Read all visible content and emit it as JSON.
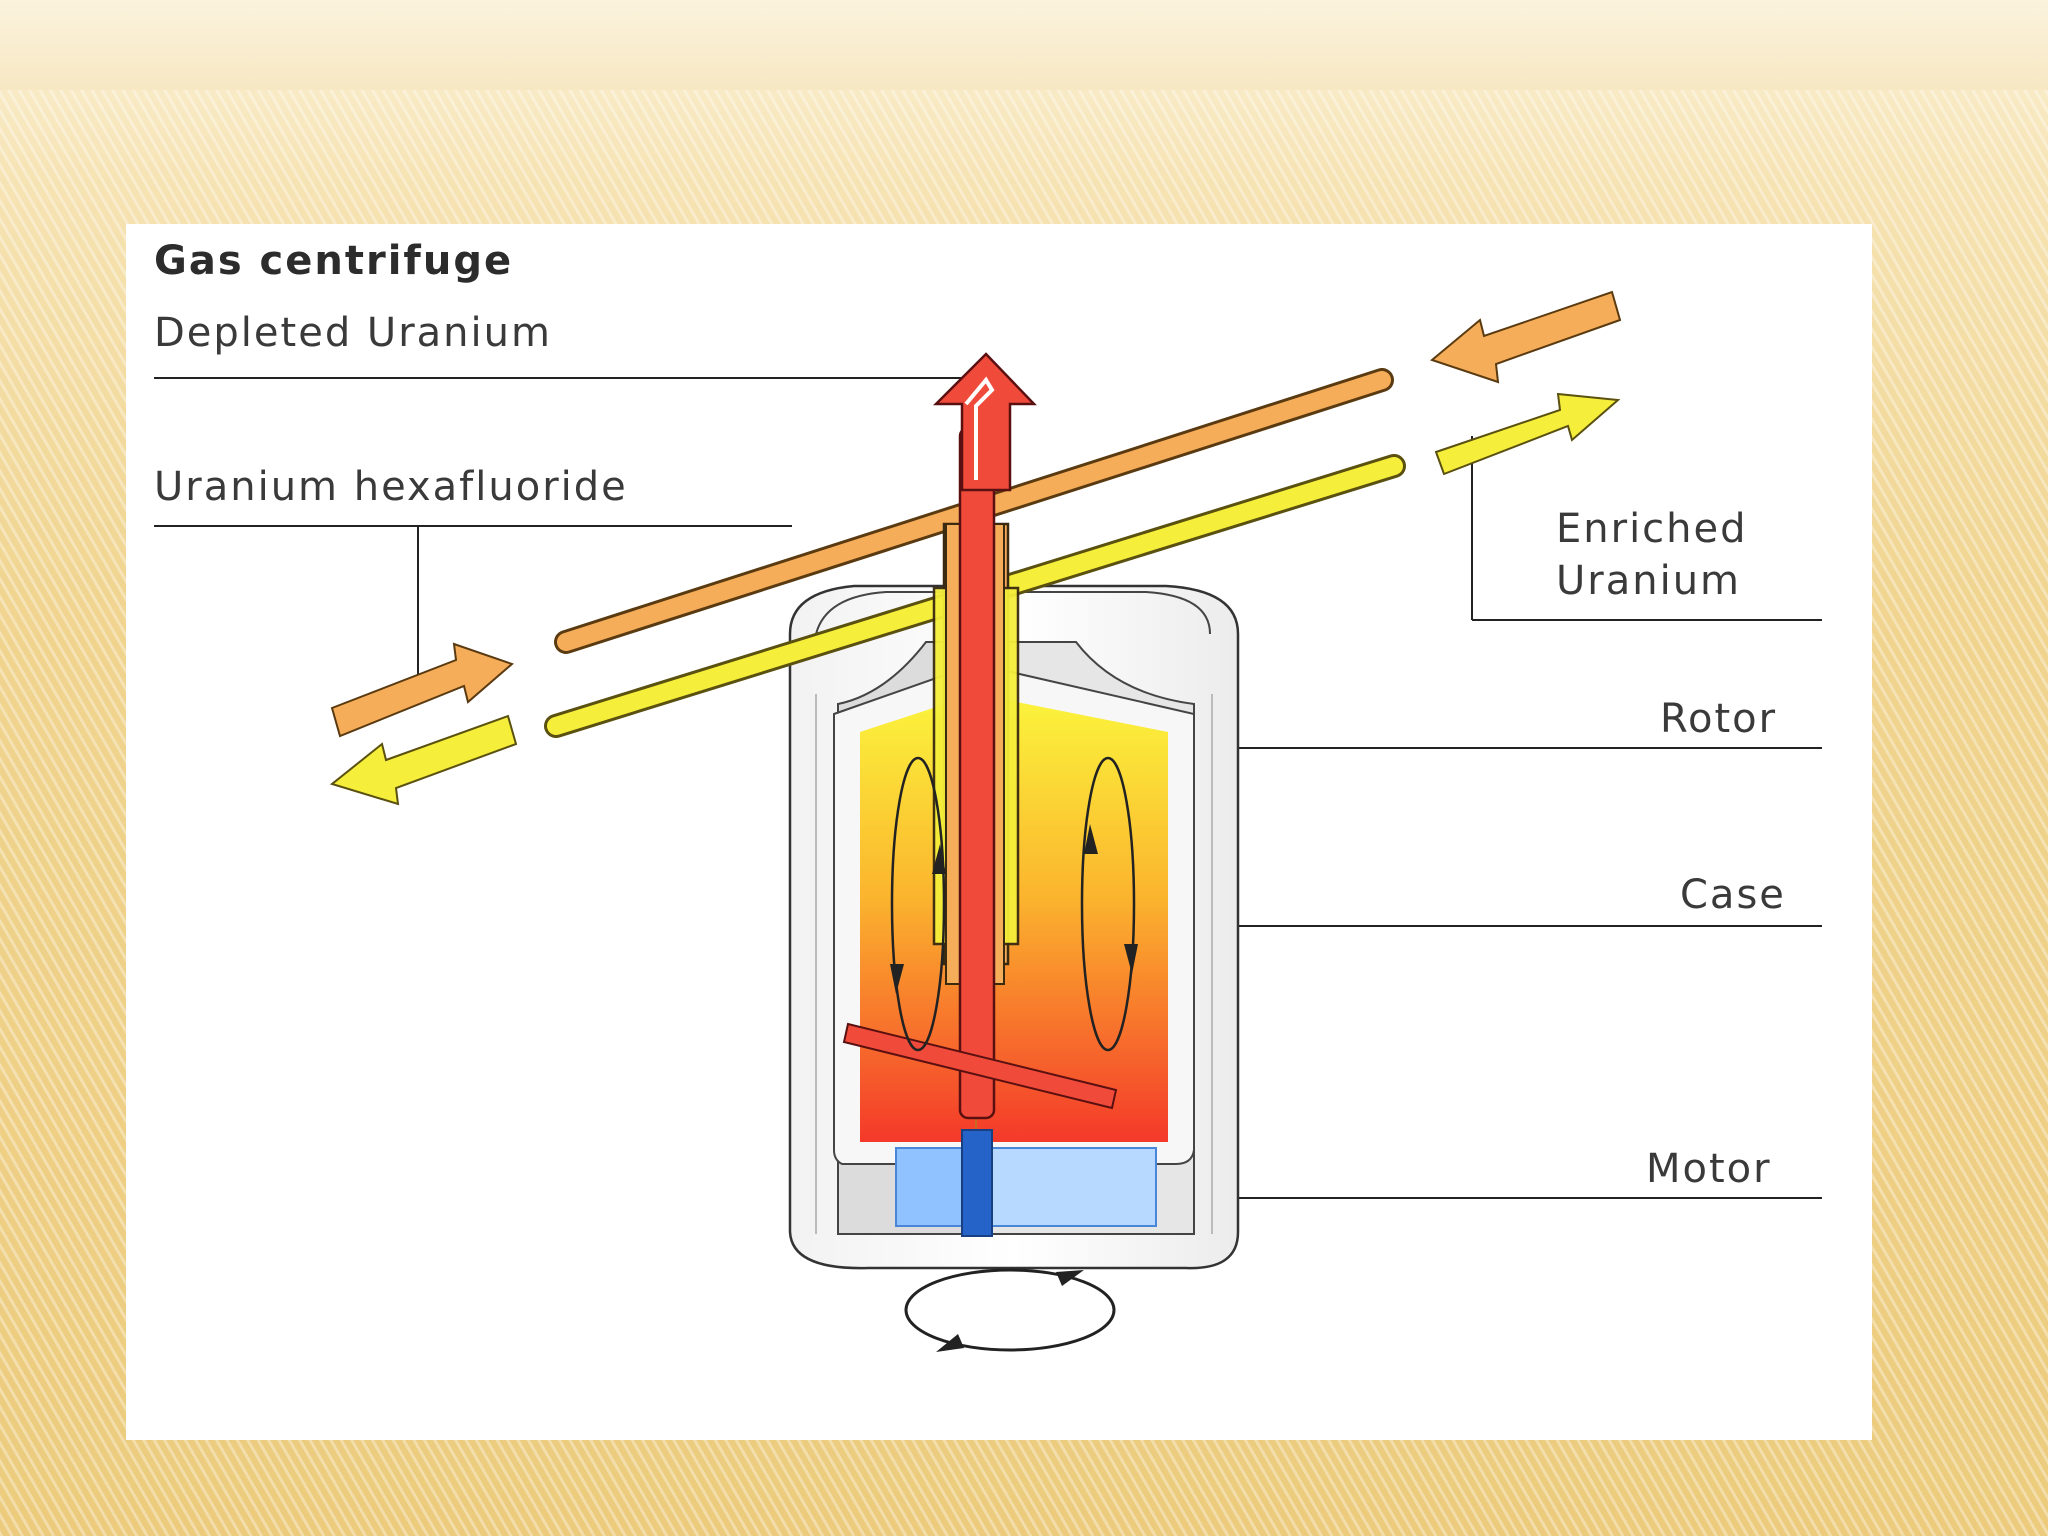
{
  "diagram": {
    "title": "Gas centrifuge",
    "labels": {
      "depleted": "Depleted Uranium",
      "hexafluoride": "Uranium hexafluoride",
      "enriched_line1": "Enriched",
      "enriched_line2": "Uranium",
      "rotor": "Rotor",
      "case": "Case",
      "motor": "Motor"
    },
    "colors": {
      "depleted": "#f04a3a",
      "pipe_orange": "#f6ad5a",
      "pipe_yellow": "#f5ee3a",
      "motor_blue": "#6fb4ff",
      "motor_shaft": "#2563c9",
      "rotor_top": "#fbf33a",
      "rotor_bottom": "#f43a2a"
    }
  }
}
